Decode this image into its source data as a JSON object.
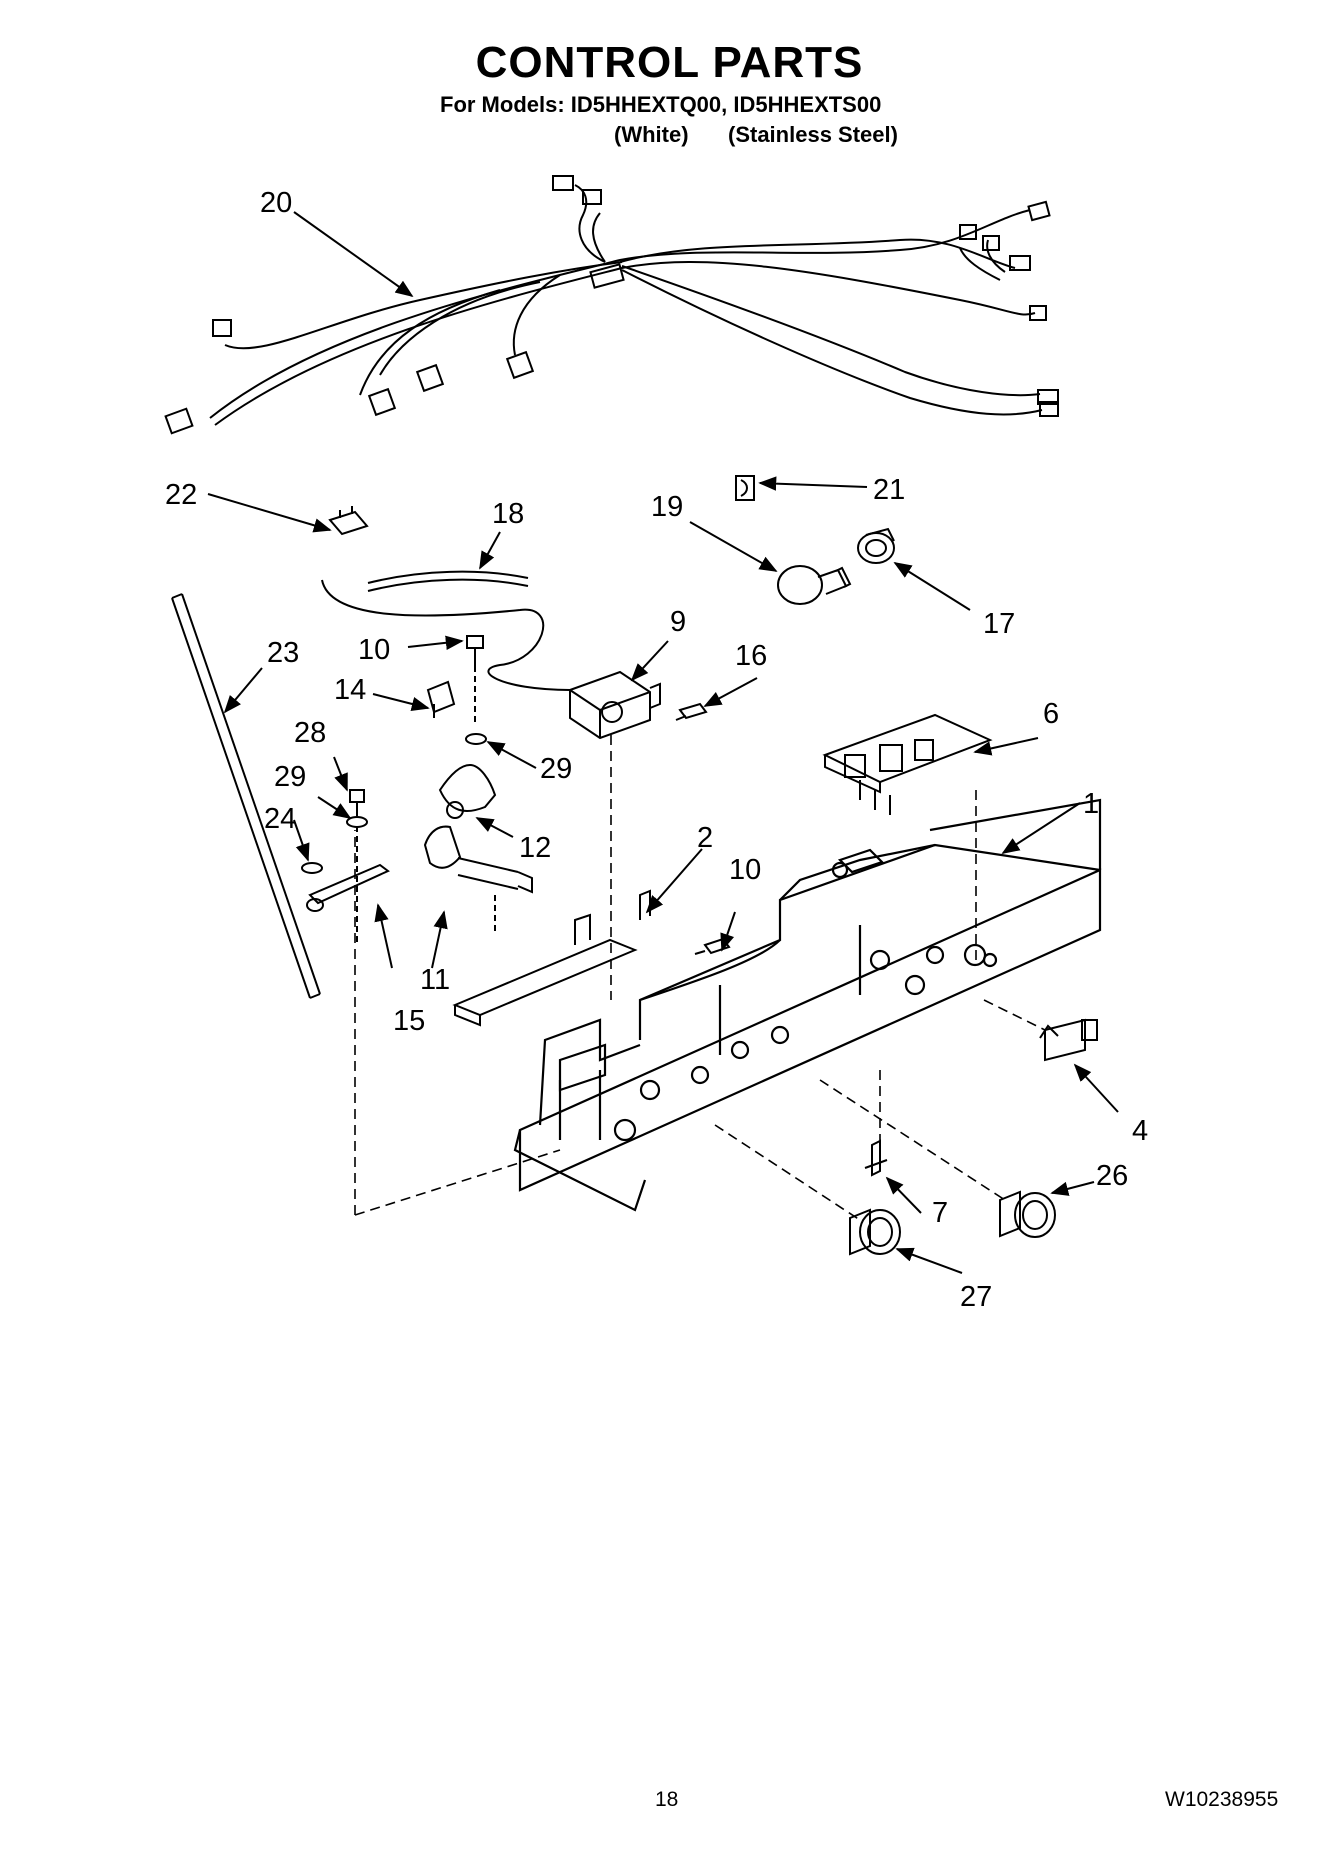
{
  "header": {
    "title": "CONTROL PARTS",
    "models_line": "For Models: ID5HHEXTQ00, ID5HHEXTS00",
    "variant_white": "(White)",
    "variant_stainless": "(Stainless Steel)"
  },
  "callouts": {
    "c20": "20",
    "c22": "22",
    "c18": "18",
    "c19": "19",
    "c21": "21",
    "c17": "17",
    "c23": "23",
    "c10a": "10",
    "c9": "9",
    "c16": "16",
    "c14": "14",
    "c6": "6",
    "c28": "28",
    "c29a": "29",
    "c29b": "29",
    "c24": "24",
    "c12": "12",
    "c1": "1",
    "c2": "2",
    "c10b": "10",
    "c11": "11",
    "c15": "15",
    "c4": "4",
    "c26": "26",
    "c7": "7",
    "c27": "27"
  },
  "footer": {
    "page_number": "18",
    "document_code": "W10238955"
  }
}
